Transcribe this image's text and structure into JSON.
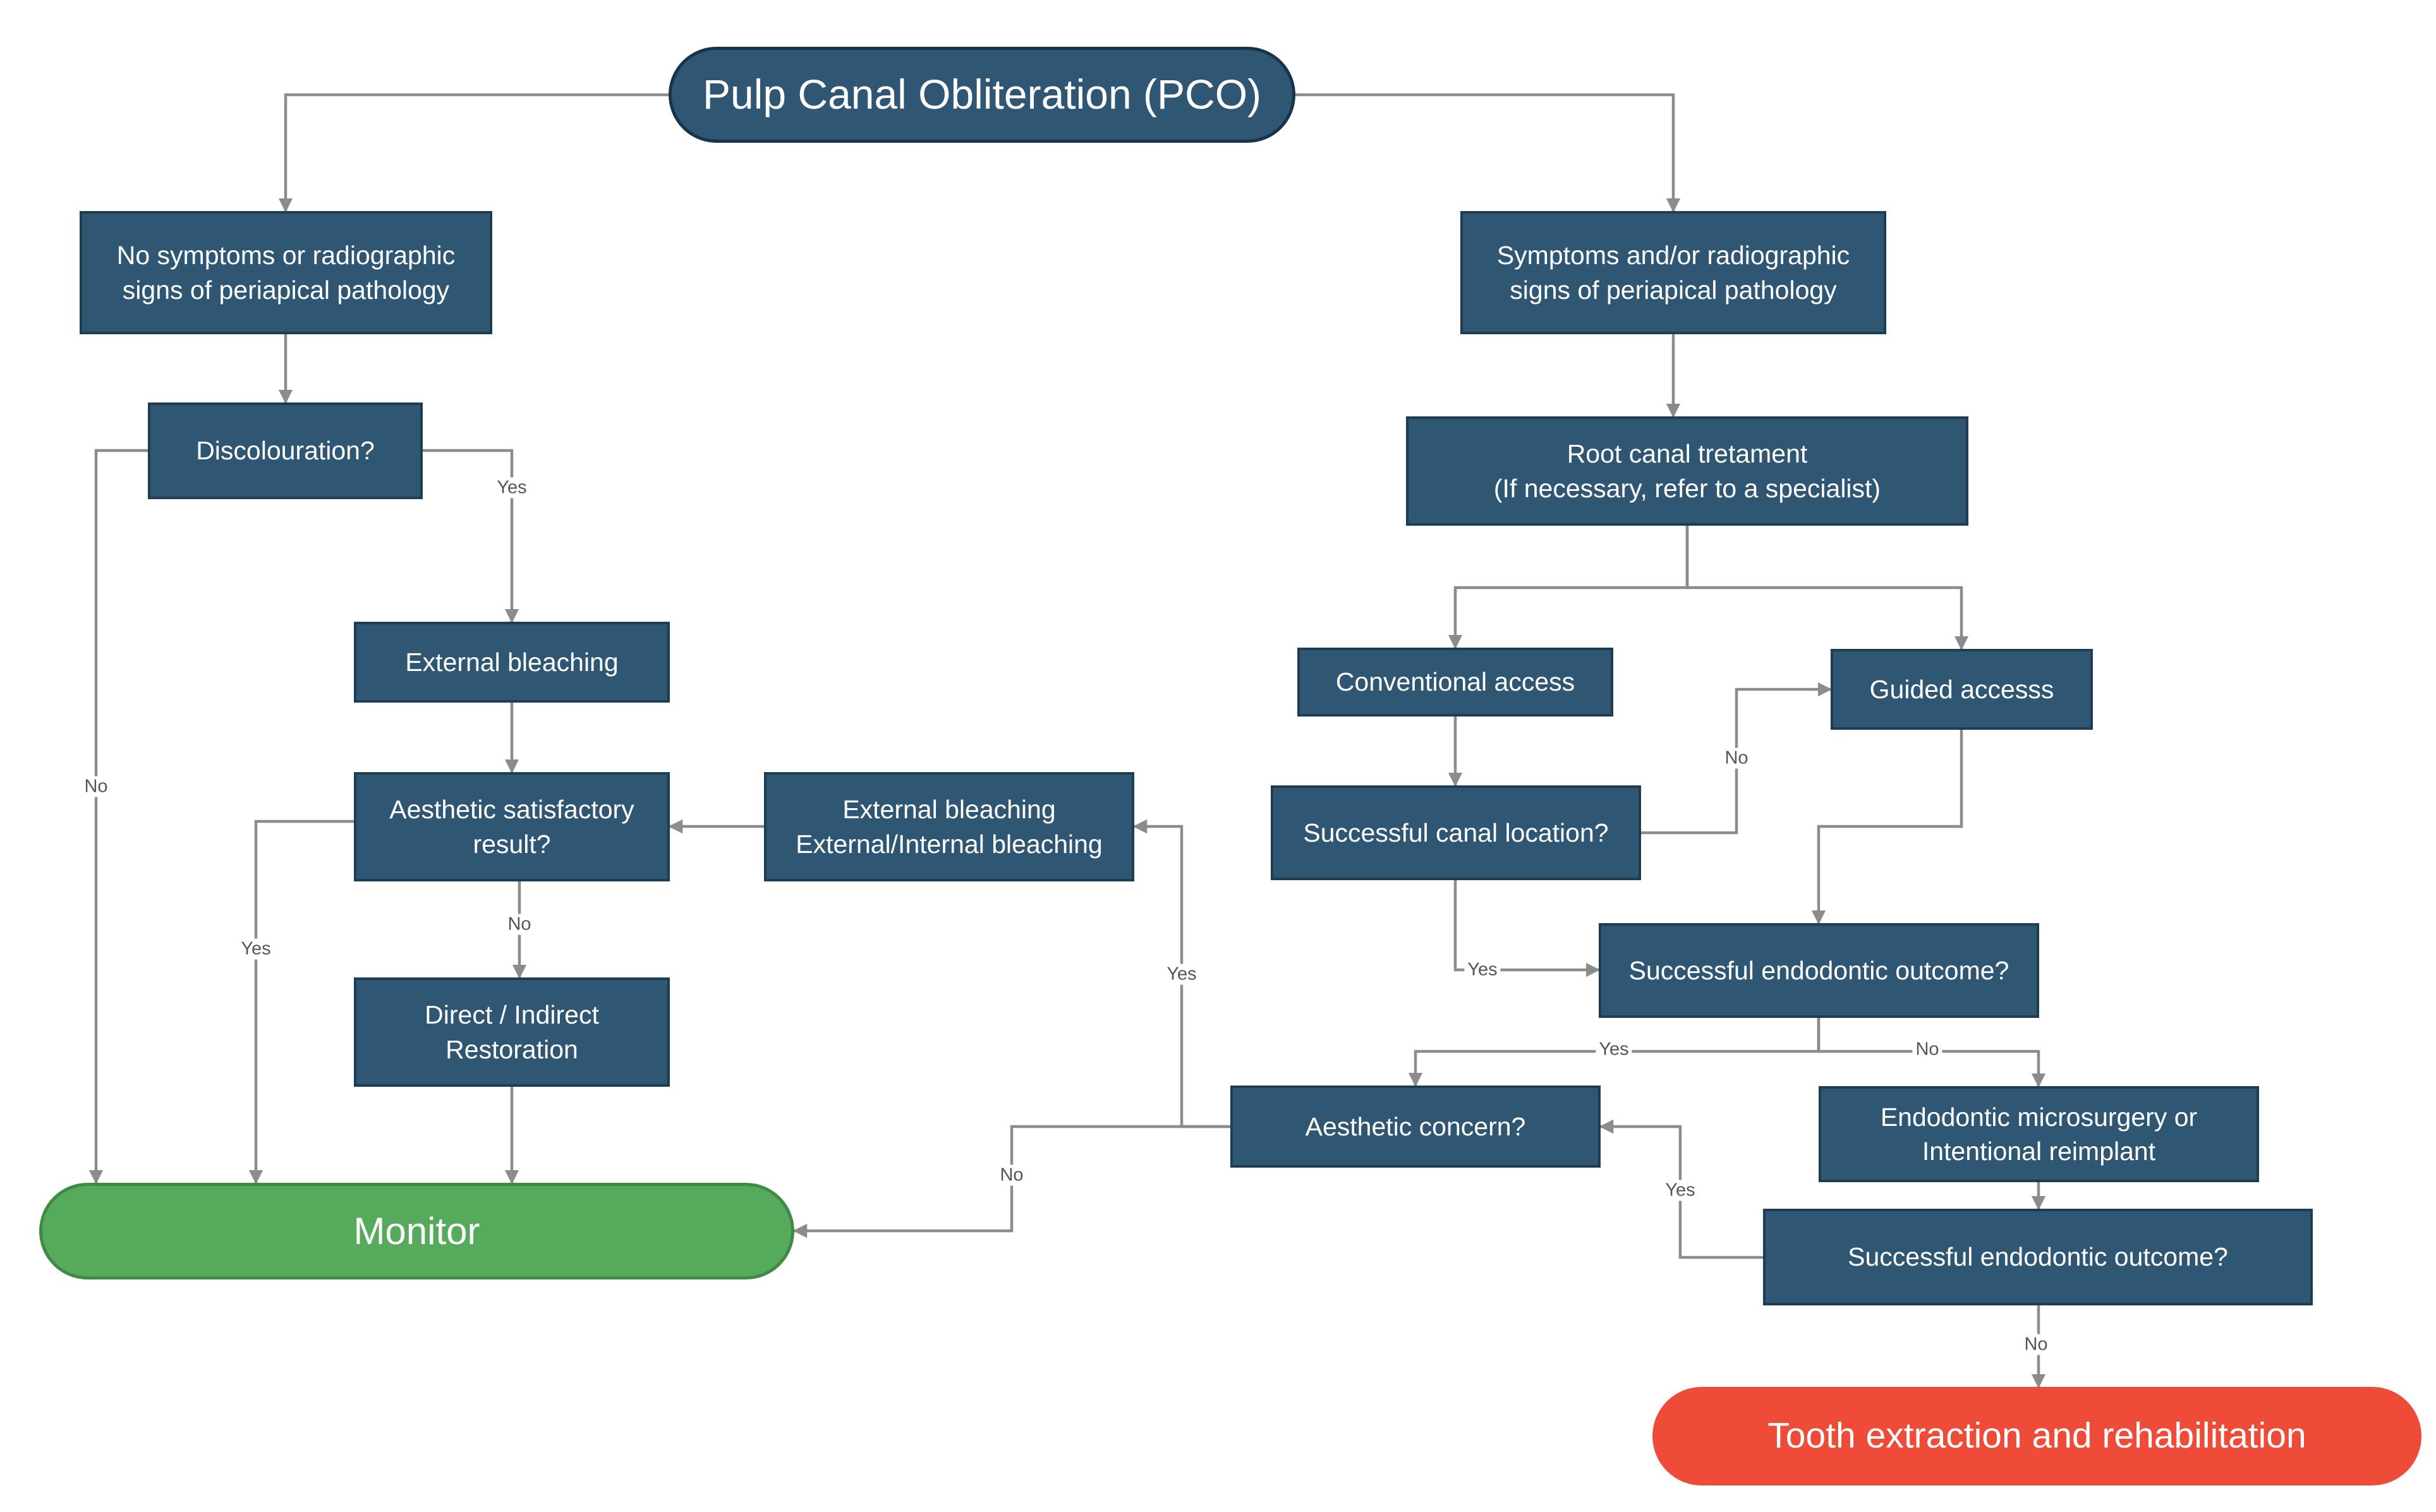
{
  "colors": {
    "box_fill": "#2f5773",
    "box_border": "#1d3d52",
    "monitor_fill": "#56aa5b",
    "extraction_fill": "#ee4b38",
    "connector": "#8c8c8c"
  },
  "nodes": {
    "pco": "Pulp Canal Obliteration (PCO)",
    "no_symptoms": "No symptoms or radiographic\nsigns of periapical pathology",
    "symptoms": "Symptoms and/or radiographic\nsigns of periapical pathology",
    "discolouration": "Discolouration?",
    "root_canal": "Root canal tretament\n(If necessary, refer to a specialist)",
    "external_bleaching": "External bleaching",
    "conventional_access": "Conventional access",
    "guided_access": "Guided accesss",
    "aesthetic_satisfactory": "Aesthetic satisfactory\nresult?",
    "bleaching_options": "External bleaching\nExternal/Internal bleaching",
    "canal_location": "Successful  canal location?",
    "endo_outcome_1": "Successful endodontic outcome?",
    "direct_indirect": "Direct / Indirect\nRestoration",
    "aesthetic_concern": "Aesthetic concern?",
    "microsurgery": "Endodontic microsurgery  or\nIntentional reimplant",
    "endo_outcome_2": "Successful endodontic outcome?",
    "monitor": "Monitor",
    "extraction": "Tooth  extraction and rehabilitation"
  },
  "edge_labels": {
    "discolour_yes": "Yes",
    "discolour_no": "No",
    "satisfactory_yes": "Yes",
    "satisfactory_no": "No",
    "canal_no": "No",
    "canal_yes": "Yes",
    "concern_yes": "Yes",
    "concern_no": "No",
    "outcome1_yes": "Yes",
    "outcome1_no": "No",
    "outcome2_yes": "Yes",
    "outcome2_no": "No"
  }
}
